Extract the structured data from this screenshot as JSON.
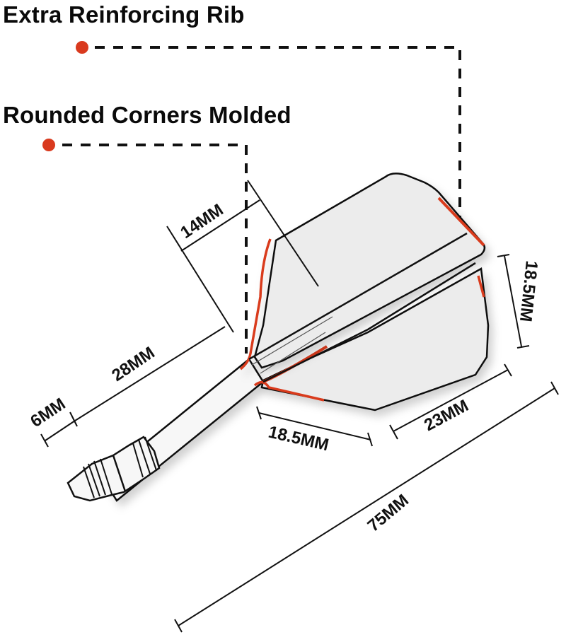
{
  "callouts": {
    "rib": {
      "label": "Extra Reinforcing Rib"
    },
    "corners": {
      "label": "Rounded Corners Molded"
    }
  },
  "dimensions": {
    "flight_width": "14MM",
    "shaft_length": "28MM",
    "thread_length": "6MM",
    "flight_height": "18.5MM",
    "flight_rear": "23MM",
    "flight_front": "18.5MM",
    "total_length": "75MM"
  },
  "colors": {
    "accent": "#d93a1e",
    "line": "#111111",
    "flight_fill": "#ececec"
  }
}
